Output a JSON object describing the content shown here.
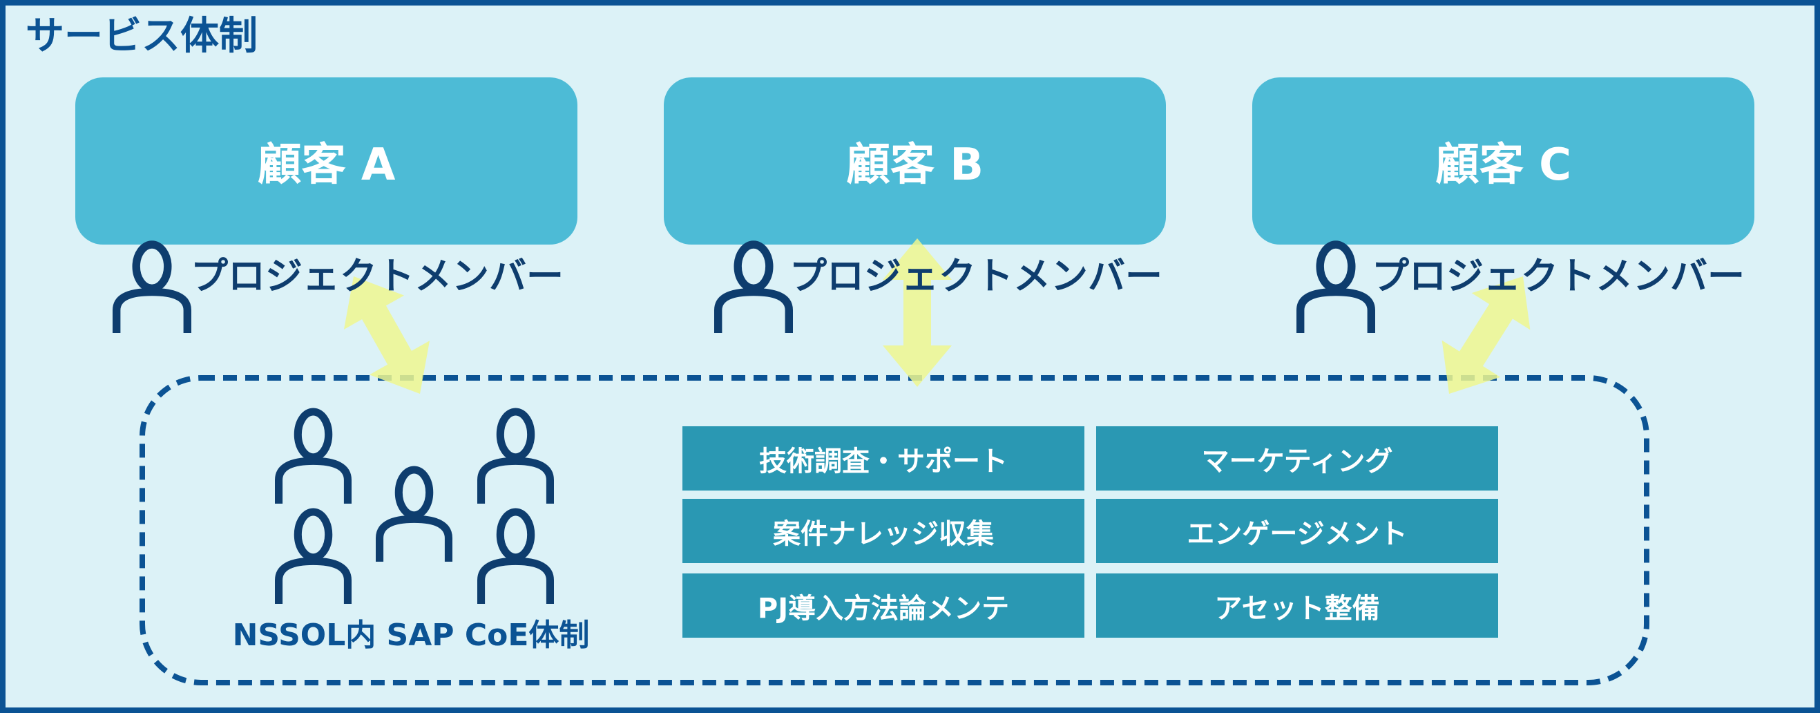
{
  "title": "サービス体制",
  "customers": [
    {
      "label": "顧客 A",
      "member_label": "プロジェクトメンバー"
    },
    {
      "label": "顧客 B",
      "member_label": "プロジェクトメンバー"
    },
    {
      "label": "顧客 C",
      "member_label": "プロジェクトメンバー"
    }
  ],
  "coe": {
    "label": "NSSOL内 SAP CoE体制",
    "tasks": [
      "技術調査・サポート",
      "マーケティング",
      "案件ナレッジ収集",
      "エンゲージメント",
      "PJ導入方法論メンテ",
      "アセット整備"
    ]
  },
  "colors": {
    "border": "#0b5394",
    "background": "#dcf2f7",
    "customer_box": "#4dbbd6",
    "task_box": "#2a98b3",
    "person_icon": "#0e3d6e",
    "arrow": "#eef78f"
  }
}
